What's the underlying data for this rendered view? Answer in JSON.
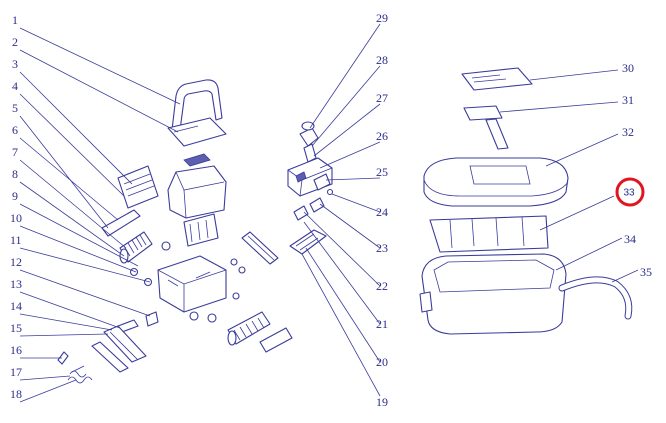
{
  "diagram": {
    "part_numbers": [
      "1",
      "2",
      "3",
      "4",
      "5",
      "6",
      "7",
      "8",
      "9",
      "10",
      "11",
      "12",
      "13",
      "14",
      "15",
      "16",
      "17",
      "18",
      "19",
      "20",
      "21",
      "22",
      "23",
      "24",
      "25",
      "26",
      "27",
      "28",
      "29",
      "30",
      "31",
      "32",
      "33",
      "34",
      "35"
    ],
    "highlighted_part": "33",
    "colors": {
      "line": "#3a3c9a",
      "text": "#2b2d8c",
      "highlight": "#e1151f",
      "background": "#ffffff"
    }
  }
}
